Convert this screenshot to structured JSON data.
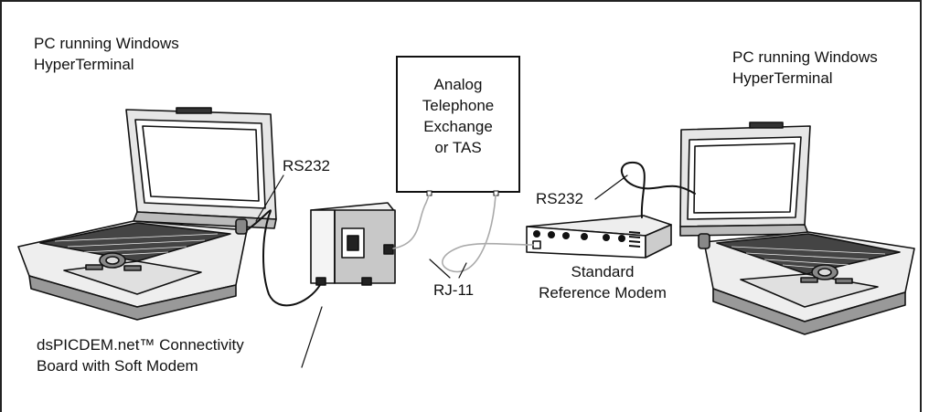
{
  "left_pc": {
    "line1": "PC running Windows",
    "line2": "HyperTerminal"
  },
  "right_pc": {
    "line1": "PC running Windows",
    "line2": "HyperTerminal"
  },
  "exchange": {
    "line1": "Analog",
    "line2": "Telephone",
    "line3": "Exchange",
    "line4": "or TAS"
  },
  "cables": {
    "rs232_left": "RS232",
    "rs232_right": "RS232",
    "rj11": "RJ-11"
  },
  "modem": {
    "line1": "Standard",
    "line2": "Reference Modem"
  },
  "board": {
    "line1": "dsPICDEM.net™ Connectivity",
    "line2": "Board with Soft Modem"
  }
}
